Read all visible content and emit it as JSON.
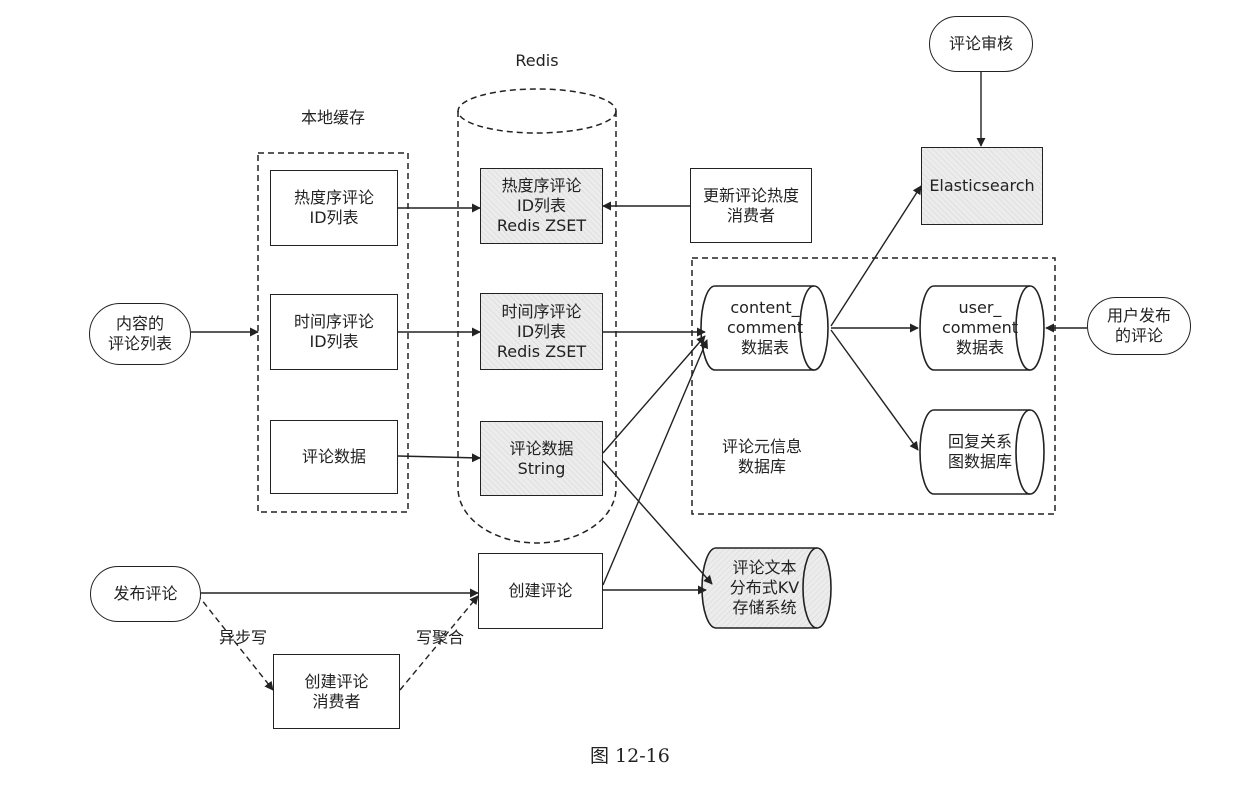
{
  "groups": {
    "local_cache": "本地缓存",
    "redis": "Redis",
    "comment_meta_db": "评论元信息\n数据库"
  },
  "local_cache": {
    "hot_list": "热度序评论\nID列表",
    "time_list": "时间序评论\nID列表",
    "comment_data": "评论数据"
  },
  "redis": {
    "hot_zset": "热度序评论\nID列表\nRedis ZSET",
    "time_zset": "时间序评论\nID列表\nRedis ZSET",
    "data_string": "评论数据\nString"
  },
  "nodes": {
    "content_list": "内容的\n评论列表",
    "publish": "发布评论",
    "create_comment": "创建评论",
    "create_consumer": "创建评论\n消费者",
    "update_hot_consumer": "更新评论热度\n消费者",
    "review": "评论审核",
    "elasticsearch": "Elasticsearch",
    "user_publish": "用户发布\n的评论",
    "kv_store": "评论文本\n分布式KV\n存储系统"
  },
  "tables": {
    "content_comment": "content_\ncomment\n数据表",
    "user_comment": "user_\ncomment\n数据表",
    "reply_graph": "回复关系\n图数据库"
  },
  "edge_labels": {
    "async_write": "异步写",
    "write_aggregate": "写聚合"
  },
  "caption": "图 12-16"
}
